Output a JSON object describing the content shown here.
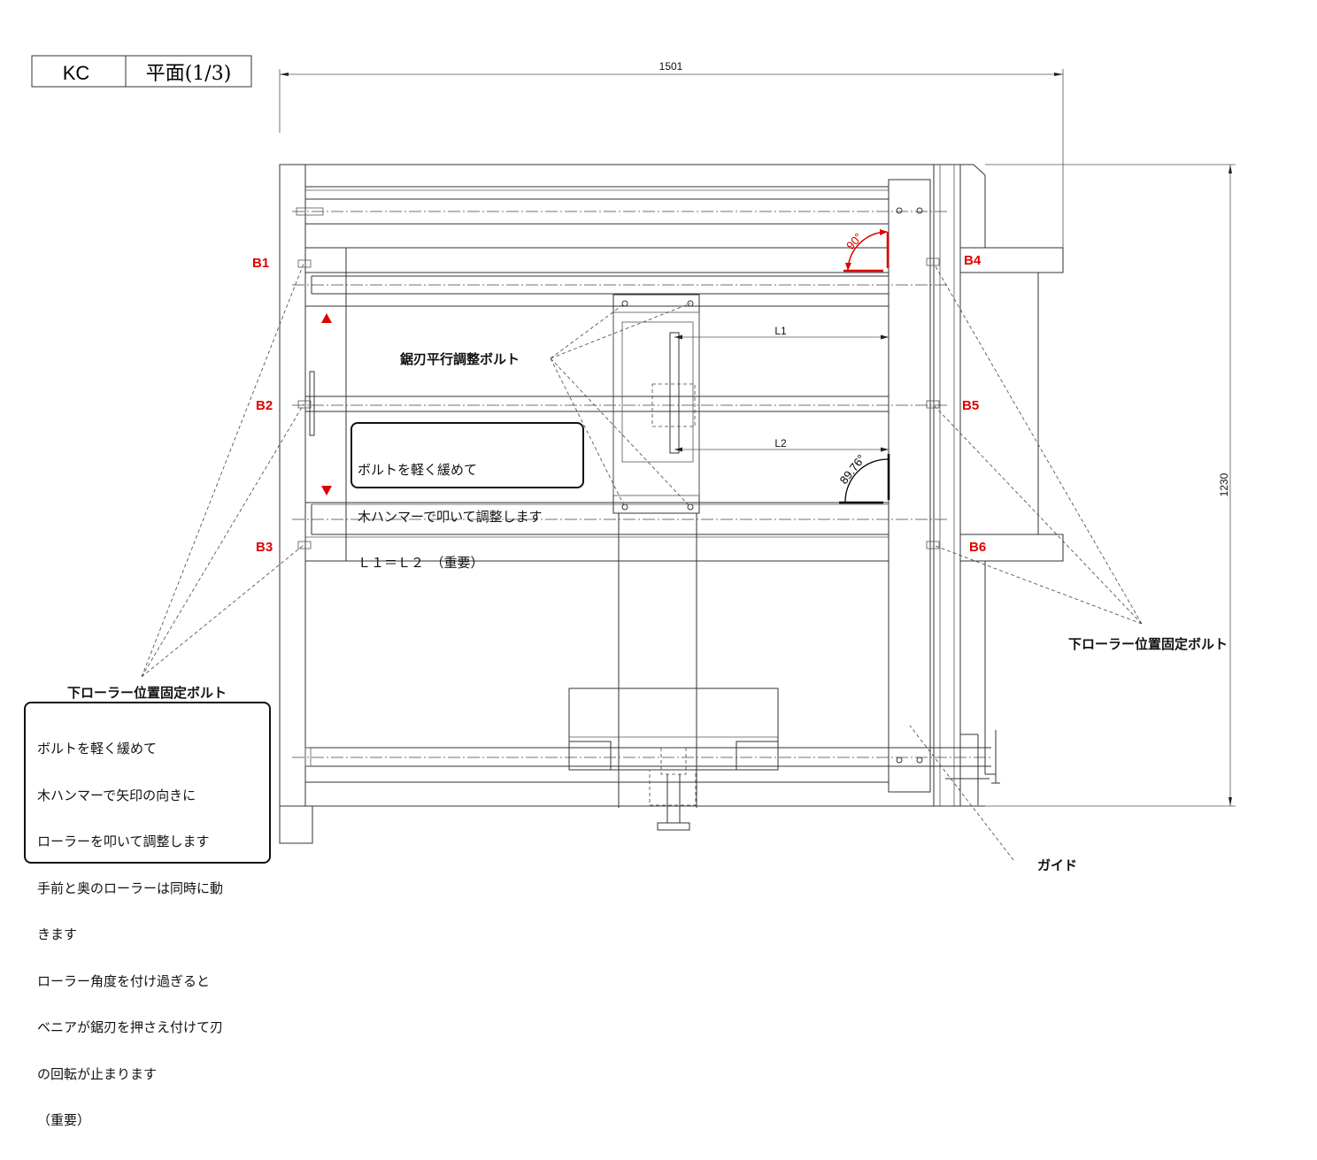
{
  "title_block": {
    "code": "KC",
    "view": "平面(1/3)"
  },
  "dimensions": {
    "width": "1501",
    "height": "1230",
    "l1": "L1",
    "l2": "L2",
    "angle_ok": "90°",
    "angle_bad": "89.76°"
  },
  "bolt_labels": [
    "B1",
    "B2",
    "B3",
    "B4",
    "B5",
    "B6"
  ],
  "callouts": {
    "blade_parallel_bolt": "鋸刃平行調整ボルト",
    "lower_roller_bolt_left": "下ローラー位置固定ボルト",
    "lower_roller_bolt_right": "下ローラー位置固定ボルト",
    "guide": "ガイド"
  },
  "notes": {
    "center": [
      "ボルトを軽く緩めて",
      "木ハンマーで叩いて調整します",
      "Ｌ１＝Ｌ２　（重要）"
    ],
    "left": [
      "ボルトを軽く緩めて",
      "木ハンマーで矢印の向きに",
      "ローラーを叩いて調整します",
      "手前と奥のローラーは同時に動",
      "きます",
      "ローラー角度を付け過ぎると",
      "ベニアが鋸刃を押さえ付けて刃",
      "の回転が止まります",
      "（重要）"
    ]
  },
  "colors": {
    "accent": "#e00000",
    "line": "#333333"
  }
}
